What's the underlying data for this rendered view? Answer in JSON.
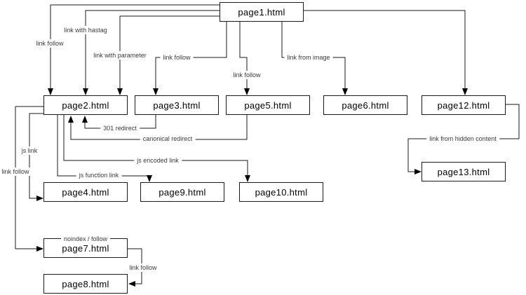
{
  "diagram": {
    "nodes": [
      {
        "id": "page1",
        "label": "page1.html"
      },
      {
        "id": "page2",
        "label": "page2.html"
      },
      {
        "id": "page3",
        "label": "page3.html"
      },
      {
        "id": "page5",
        "label": "page5.html"
      },
      {
        "id": "page6",
        "label": "page6.html"
      },
      {
        "id": "page12",
        "label": "page12.html"
      },
      {
        "id": "page13",
        "label": "page13.html"
      },
      {
        "id": "page4",
        "label": "page4.html"
      },
      {
        "id": "page9",
        "label": "page9.html"
      },
      {
        "id": "page10",
        "label": "page10.html"
      },
      {
        "id": "page7",
        "label": "page7.html",
        "annotation": "noindex / follow"
      },
      {
        "id": "page8",
        "label": "page8.html"
      }
    ],
    "edges": [
      {
        "from": "page1",
        "to": "page2",
        "label": "link follow"
      },
      {
        "from": "page1",
        "to": "page2",
        "label": "link with hastag"
      },
      {
        "from": "page1",
        "to": "page2",
        "label": "link with parameter"
      },
      {
        "from": "page1",
        "to": "page3",
        "label": "link follow"
      },
      {
        "from": "page1",
        "to": "page5",
        "label": "link follow"
      },
      {
        "from": "page1",
        "to": "page6",
        "label": "link from image"
      },
      {
        "from": "page1",
        "to": "page12",
        "label": ""
      },
      {
        "from": "page3",
        "to": "page2",
        "label": "301 redirect"
      },
      {
        "from": "page5",
        "to": "page2",
        "label": "canonical redirect"
      },
      {
        "from": "page2",
        "to": "page10",
        "label": "js encoded link"
      },
      {
        "from": "page2",
        "to": "page9",
        "label": "js function link"
      },
      {
        "from": "page2",
        "to": "page7",
        "label": "link follow"
      },
      {
        "from": "page2",
        "to": "page4",
        "label": "js link"
      },
      {
        "from": "page12",
        "to": "page13",
        "label": "link from hidden content"
      },
      {
        "from": "page7",
        "to": "page8",
        "label": "link follow"
      }
    ],
    "colors": {
      "background": "#ffffff",
      "line": "#1a1a1a",
      "box_border": "#1a1a1a",
      "box_fill": "#ffffff",
      "box_text": "#000000",
      "label_text": "#3a3a3a"
    }
  }
}
